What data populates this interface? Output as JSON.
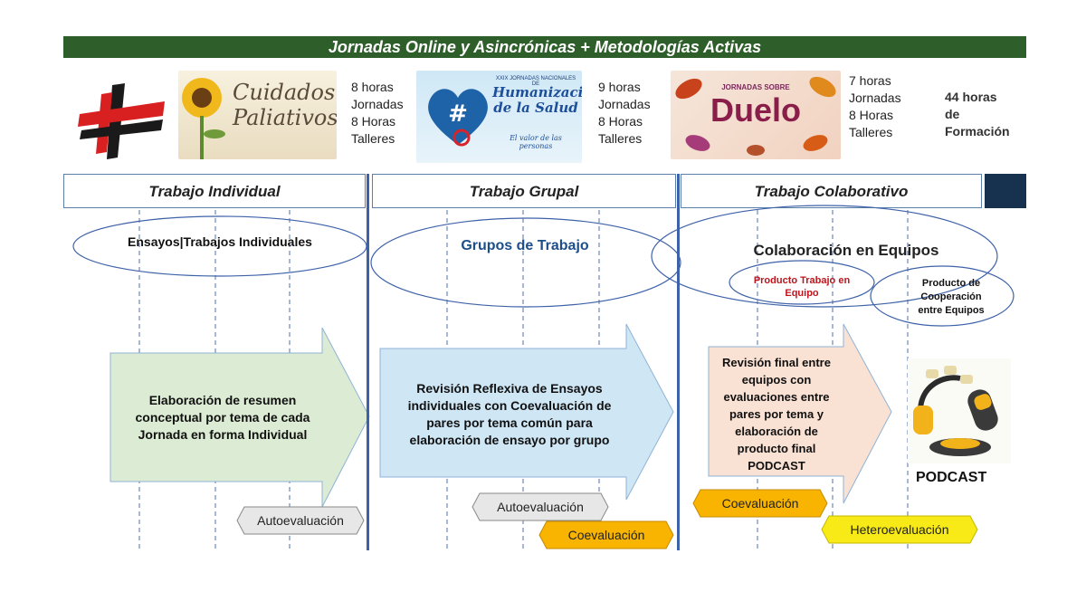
{
  "header": {
    "title": "Jornadas Online y Asincrónicas + Metodologías Activas"
  },
  "courses": [
    {
      "image_text": "Cuidados Paliativos",
      "hours": "8 horas\nJornadas\n8 Horas\nTalleres"
    },
    {
      "image_text_top": "XXIX JORNADAS NACIONALES DE",
      "image_text": "Humanización de la Salud",
      "image_text_sub": "El valor de las personas",
      "hours": "9 horas\nJornadas\n8 Horas\nTalleres"
    },
    {
      "image_text_top": "JORNADAS SOBRE",
      "image_text": "Duelo",
      "hours": "7 horas\nJornadas\n8 Horas\nTalleres"
    }
  ],
  "total_hours": "44 horas\nde\nFormación",
  "columns": [
    {
      "title": "Trabajo Individual",
      "ellipse": "Ensayos|Trabajos Individuales",
      "arrow": "Elaboración de resumen conceptual por tema de cada Jornada en forma Individual"
    },
    {
      "title": "Trabajo Grupal",
      "ellipse": "Grupos de Trabajo",
      "arrow": "Revisión Reflexiva de Ensayos individuales con Coevaluación de pares por tema común para elaboración de ensayo por grupo"
    },
    {
      "title": "Trabajo Colaborativo",
      "ellipse": "Colaboración en Equipos",
      "sub_ellipse_1": "Producto Trabajo en  Equipo",
      "sub_ellipse_2": "Producto de Cooperación entre Equipos",
      "arrow": "Revisión final entre equipos con evaluaciones entre pares por tema y elaboración de producto final PODCAST"
    }
  ],
  "evaluations": {
    "auto1": "Autoevaluación",
    "auto2": "Autoevaluación",
    "coev1": "Coevaluación",
    "coev2": "Coevaluación",
    "hetero": "Heteroevaluación"
  },
  "podcast": {
    "label": "PODCAST",
    "icon": "podcast-microphone-icon"
  },
  "colors": {
    "header_bg": "#2e5e2a",
    "arrow_green": "#dcebd3",
    "arrow_blue": "#cfe6f5",
    "arrow_peach": "#f9e1d4",
    "tag_gray": "#e7e7e7",
    "tag_orange": "#f8b400",
    "tag_yellow": "#f7ea16",
    "divider": "#3e62a8"
  }
}
